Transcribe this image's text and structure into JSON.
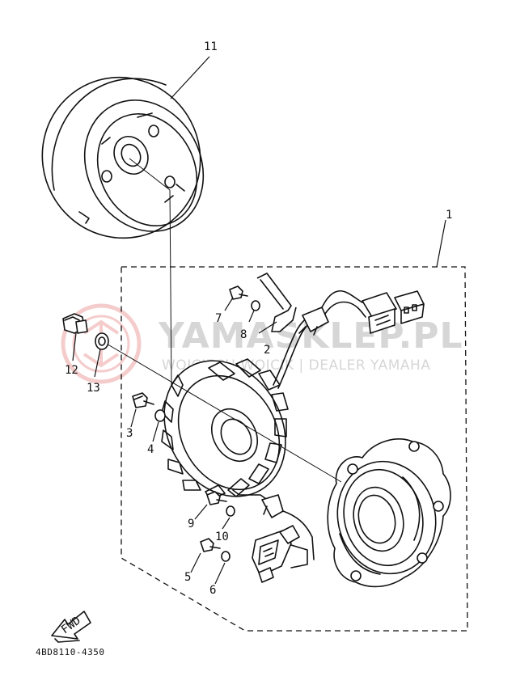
{
  "diagram_code": "4BD8110-4350",
  "callouts": {
    "c1": "1",
    "c2": "2",
    "c3": "3",
    "c4": "4",
    "c5": "5",
    "c6": "6",
    "c7": "7",
    "c8": "8",
    "c9": "9",
    "c10": "10",
    "c11": "11",
    "c12": "12",
    "c13": "13"
  },
  "fwd_label": "FWD",
  "watermark": {
    "main": "YAMASKLEP.PL",
    "sub": "WOJCIECH WOJCIK | DEALER YAMAHA"
  },
  "colors": {
    "ink": "#111111",
    "watermark_gray": "#d6d6d6",
    "watermark_logo": "#f4c7c7"
  }
}
